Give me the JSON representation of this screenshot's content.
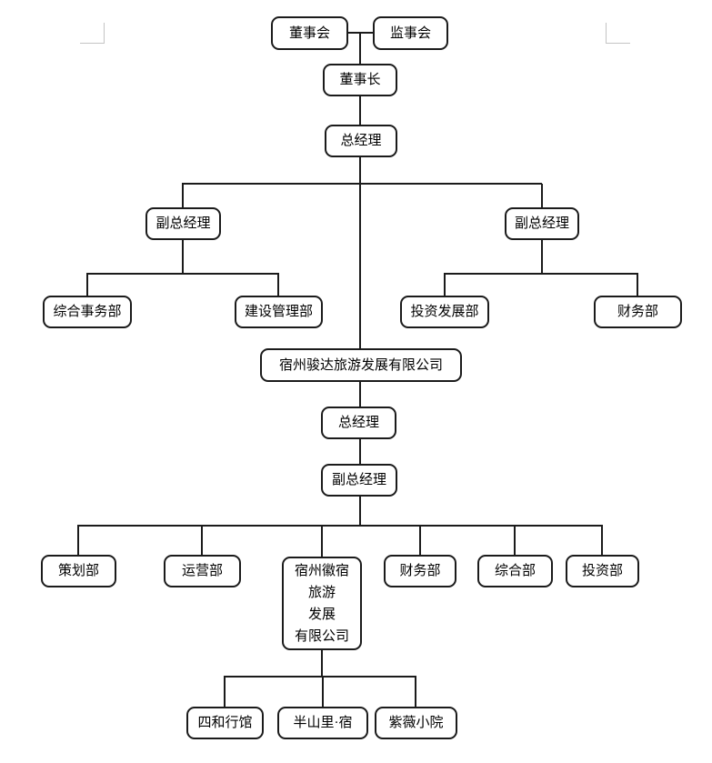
{
  "document": {
    "type": "organization-chart"
  },
  "colors": {
    "line": "#1b1b1b",
    "box_border": "#1b1b1b",
    "box_fill": "#ffffff",
    "background": "#ffffff",
    "margin_mark": "#c4c4c4"
  },
  "nodes": {
    "board": {
      "label": "董事会"
    },
    "supervisory": {
      "label": "监事会"
    },
    "chairman": {
      "label": "董事长"
    },
    "gm1": {
      "label": "总经理"
    },
    "dgm_left": {
      "label": "副总经理"
    },
    "dgm_right": {
      "label": "副总经理"
    },
    "general_affairs": {
      "label": "综合事务部"
    },
    "construction_mgmt": {
      "label": "建设管理部"
    },
    "investment_dev": {
      "label": "投资发展部"
    },
    "finance1": {
      "label": "财务部"
    },
    "junda": {
      "label": "宿州骏达旅游发展有限公司"
    },
    "gm2": {
      "label": "总经理"
    },
    "dgm2": {
      "label": "副总经理"
    },
    "planning": {
      "label": "策划部"
    },
    "operations": {
      "label": "运营部"
    },
    "huisu": {
      "label": "宿州徽宿\n旅游\n发展\n有限公司"
    },
    "finance2": {
      "label": "财务部"
    },
    "general2": {
      "label": "综合部"
    },
    "investment2": {
      "label": "投资部"
    },
    "sihe": {
      "label": "四和行馆"
    },
    "banshanli": {
      "label": "半山里·宿"
    },
    "ziwei": {
      "label": "紫薇小院"
    }
  },
  "hierarchy_note": "董事会/监事会 → 董事长 → 总经理 → 两位副总经理(综合事务部,建设管理部 | 投资发展部,财务部) → 宿州骏达旅游发展有限公司 → 总经理 → 副总经理 → 策划部,运营部,宿州徽宿旅游发展有限公司,财务部,综合部,投资部; 宿州徽宿旅游发展有限公司 → 四和行馆,半山里·宿,紫薇小院"
}
